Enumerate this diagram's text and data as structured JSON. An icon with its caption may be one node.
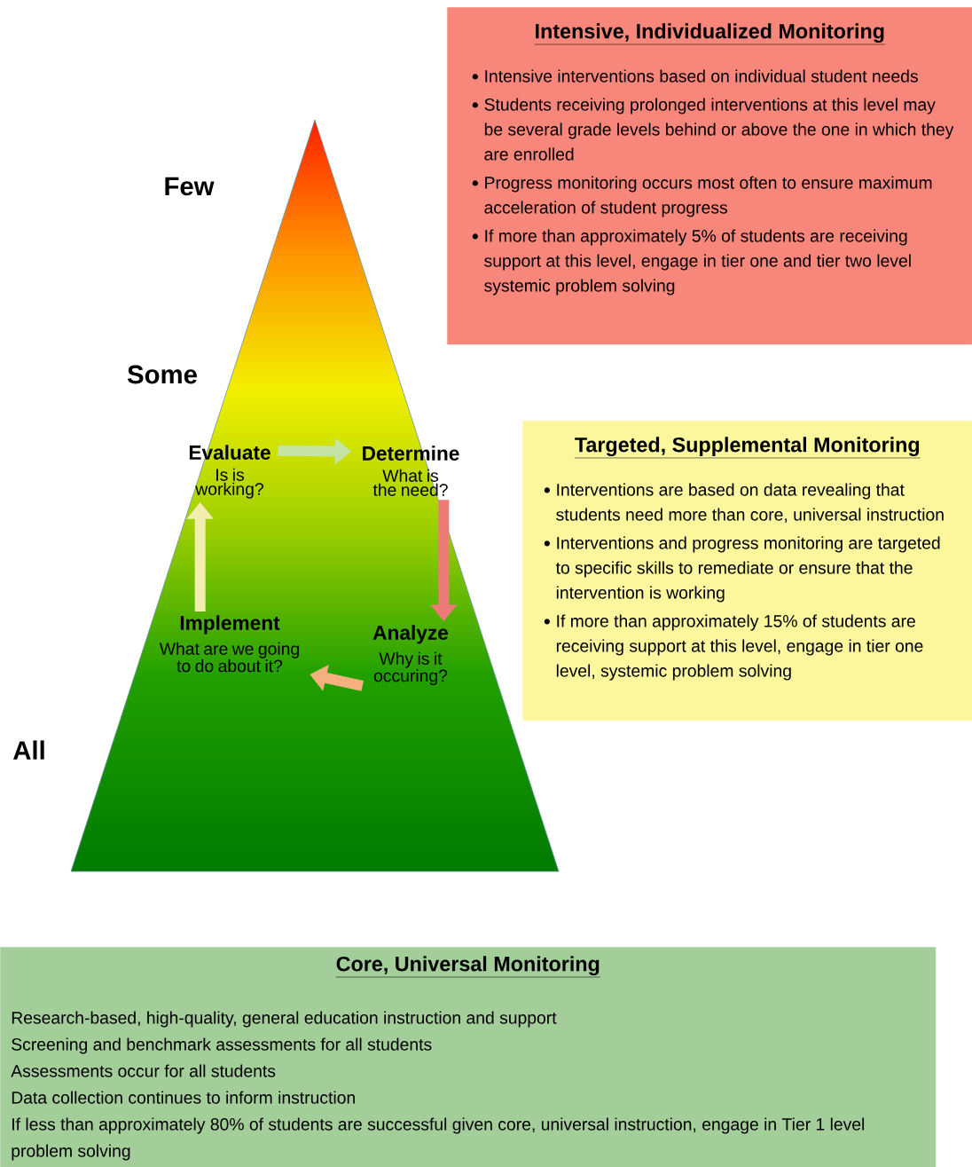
{
  "diagram": {
    "nodes": [
      {
        "text": [
          "Intensive, Individualized Monitoring",
          "Intensive interventions based on individual student needs",
          "Students receiving prolonged interventions at this level may be several grade levels behind or above the one in which they are enrolled",
          "Progress monitoring occurs most often to ensure maximum acceleration of student progress",
          "If more than approximately 5% of students are receiving support at this level, engage in tier one and tier two level systemic problem solving"
        ]
      },
      {
        "text": [],
        "shape": "triangle"
      },
      {
        "text": [
          "Evaluate",
          "Is is working?"
        ],
        "in": 1
      },
      {
        "text": [
          "Determine",
          "What is the need?"
        ],
        "in": 1
      },
      {
        "text": [
          "Implement",
          "What are we going to do about it?"
        ],
        "in": 1
      },
      {
        "text": [
          "Analyze",
          "Why is it occuring?"
        ],
        "in": 1
      },
      {
        "text": [
          "Targeted, Supplemental Monitoring",
          "Interventions are based on data revealing that students need more than core, universal instruction",
          "Interventions and progress monitoring are targeted to specific skills to remediate or ensure that the intervention is working",
          "If more than approximately 15% of students are receiving support at this level, engage in tier one level, systemic problem solving"
        ]
      },
      {
        "text": [
          "Core, Universal Monitoring",
          "Research-based, high-quality, general education instruction and support",
          "Screening and benchmark assessments for all students",
          "Assessments occur for all students",
          "Data collection continues to inform instruction",
          "If less than approximately 80% of students are successful given core, universal instruction, engage in Tier 1 level problem solving"
        ]
      }
    ],
    "edges": [
      {
        "from": 2,
        "to": 3,
        "arrow": "to",
        "color": "#c4e3a4"
      },
      {
        "from": 3,
        "to": 5,
        "arrow": "to",
        "color": "#ee7b78"
      },
      {
        "from": 5,
        "to": 4,
        "arrow": "to",
        "color": "#f4b07e"
      },
      {
        "from": 4,
        "to": 2,
        "arrow": "to",
        "color": "#f2eeb0"
      }
    ],
    "labels": [
      "Few",
      "Some",
      "All"
    ]
  }
}
